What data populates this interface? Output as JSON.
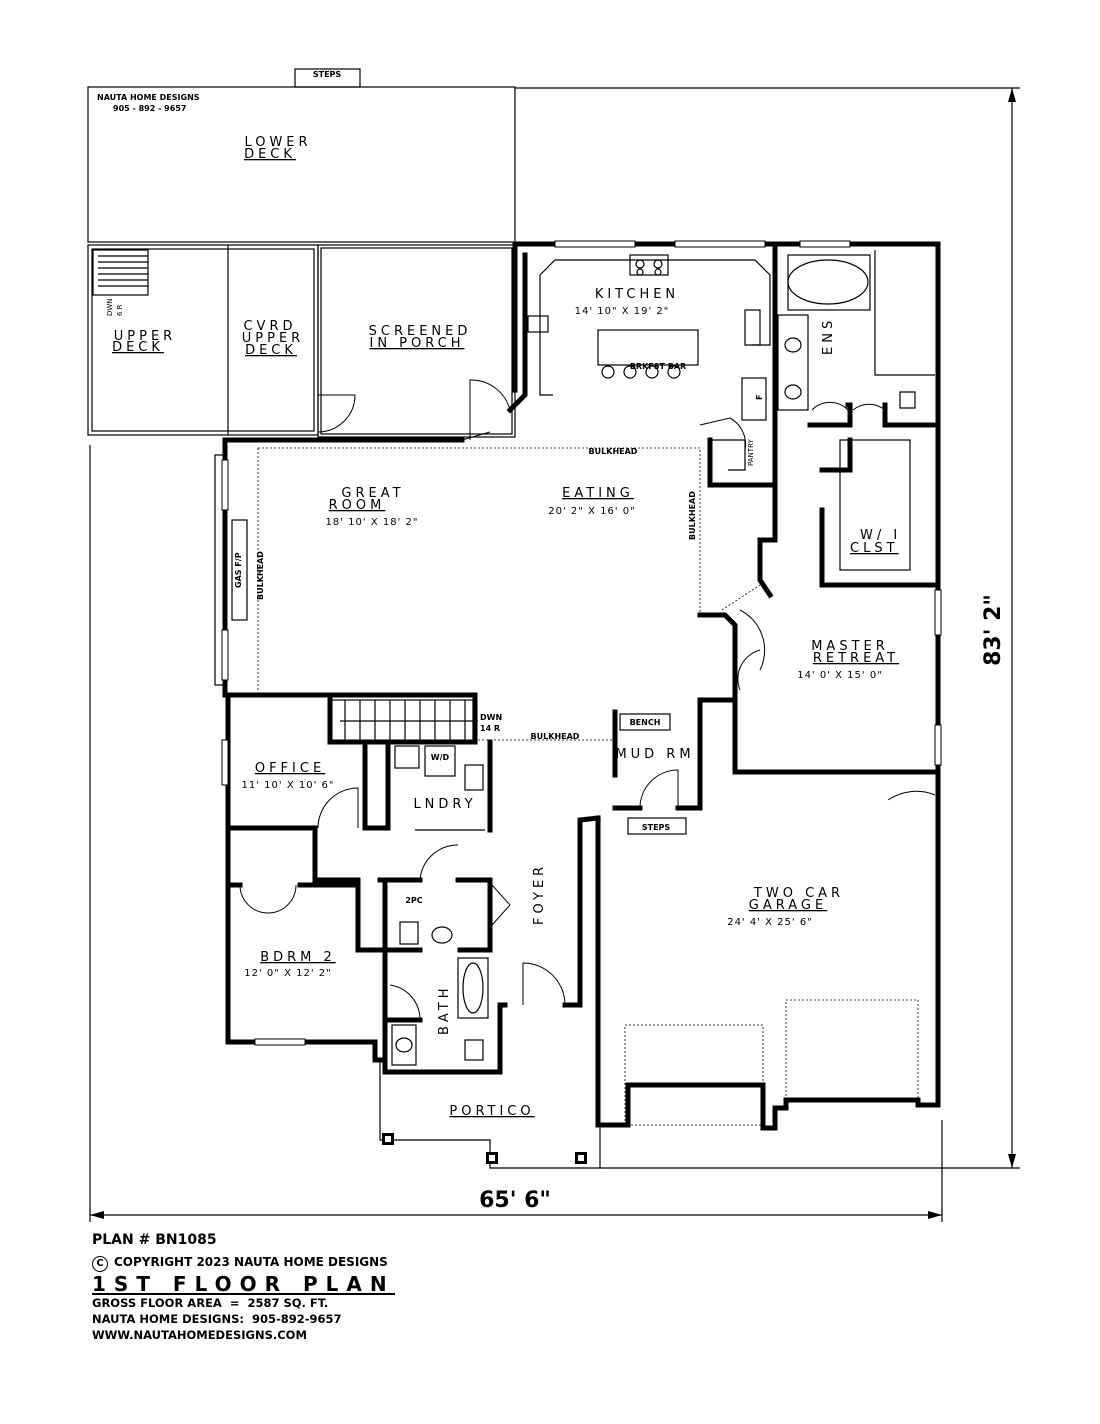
{
  "header": {
    "company": "NAUTA HOME DESIGNS",
    "phone": "905 - 892 - 9657",
    "steps_top": "STEPS"
  },
  "rooms": {
    "lower_deck": {
      "line1": "LOWER",
      "line2": "DECK"
    },
    "upper_deck": {
      "line1": "UPPER",
      "line2": "DECK"
    },
    "cvrd_upper_deck": {
      "line1": "CVRD",
      "line2": "UPPER",
      "line3": "DECK"
    },
    "dwn_6r": {
      "line1": "DWN",
      "line2": "6 R"
    },
    "screened_porch": {
      "line1": "SCREENED",
      "line2": "IN PORCH"
    },
    "kitchen": {
      "name": "KITCHEN",
      "dim": "14' 10\" X 19' 2\""
    },
    "brkfst_bar": "BRKFST BAR",
    "ens": "ENS",
    "f": "F",
    "pantry": "PANTRY",
    "bulkhead": "BULKHEAD",
    "great_room": {
      "line1": "GREAT",
      "line2": "ROOM",
      "dim": "18' 10' X 18' 2\""
    },
    "eating": {
      "name": "EATING",
      "dim": "20' 2\" X 16' 0\""
    },
    "gas_fp": "GAS F/P",
    "wi_clst": {
      "line1": "W/ I",
      "line2": "CLST"
    },
    "master_retreat": {
      "line1": "MASTER",
      "line2": "RETREAT",
      "dim": "14' 0' X 15' 0\""
    },
    "dwn_14r": {
      "line1": "DWN",
      "line2": "14 R"
    },
    "bench": "BENCH",
    "mud_rm": "MUD RM",
    "office": {
      "name": "OFFICE",
      "dim": "11' 10' X 10' 6\""
    },
    "wd": "W/D",
    "lndry": "LNDRY",
    "steps": "STEPS",
    "two_car_garage": {
      "line1": "TWO CAR",
      "line2": "GARAGE",
      "dim": "24' 4' X 25' 6\""
    },
    "two_pc": "2PC",
    "foyer": "FOYER",
    "bdrm2": {
      "name": "BDRM 2",
      "dim": "12' 0\" X 12' 2\""
    },
    "bath": "BATH",
    "portico": "PORTICO"
  },
  "dimensions": {
    "width": "65' 6\"",
    "depth": "83' 2\""
  },
  "footer": {
    "plan_number": "PLAN # BN1085",
    "copyright_symbol": "C",
    "copyright": "COPYRIGHT 2023 NAUTA HOME DESIGNS",
    "title": "1ST FLOOR PLAN",
    "gross_area": "GROSS FLOOR AREA  =  2587 SQ. FT.",
    "phone": "NAUTA HOME DESIGNS:  905-892-9657",
    "website": "WWW.NAUTAHOMEDESIGNS.COM"
  }
}
